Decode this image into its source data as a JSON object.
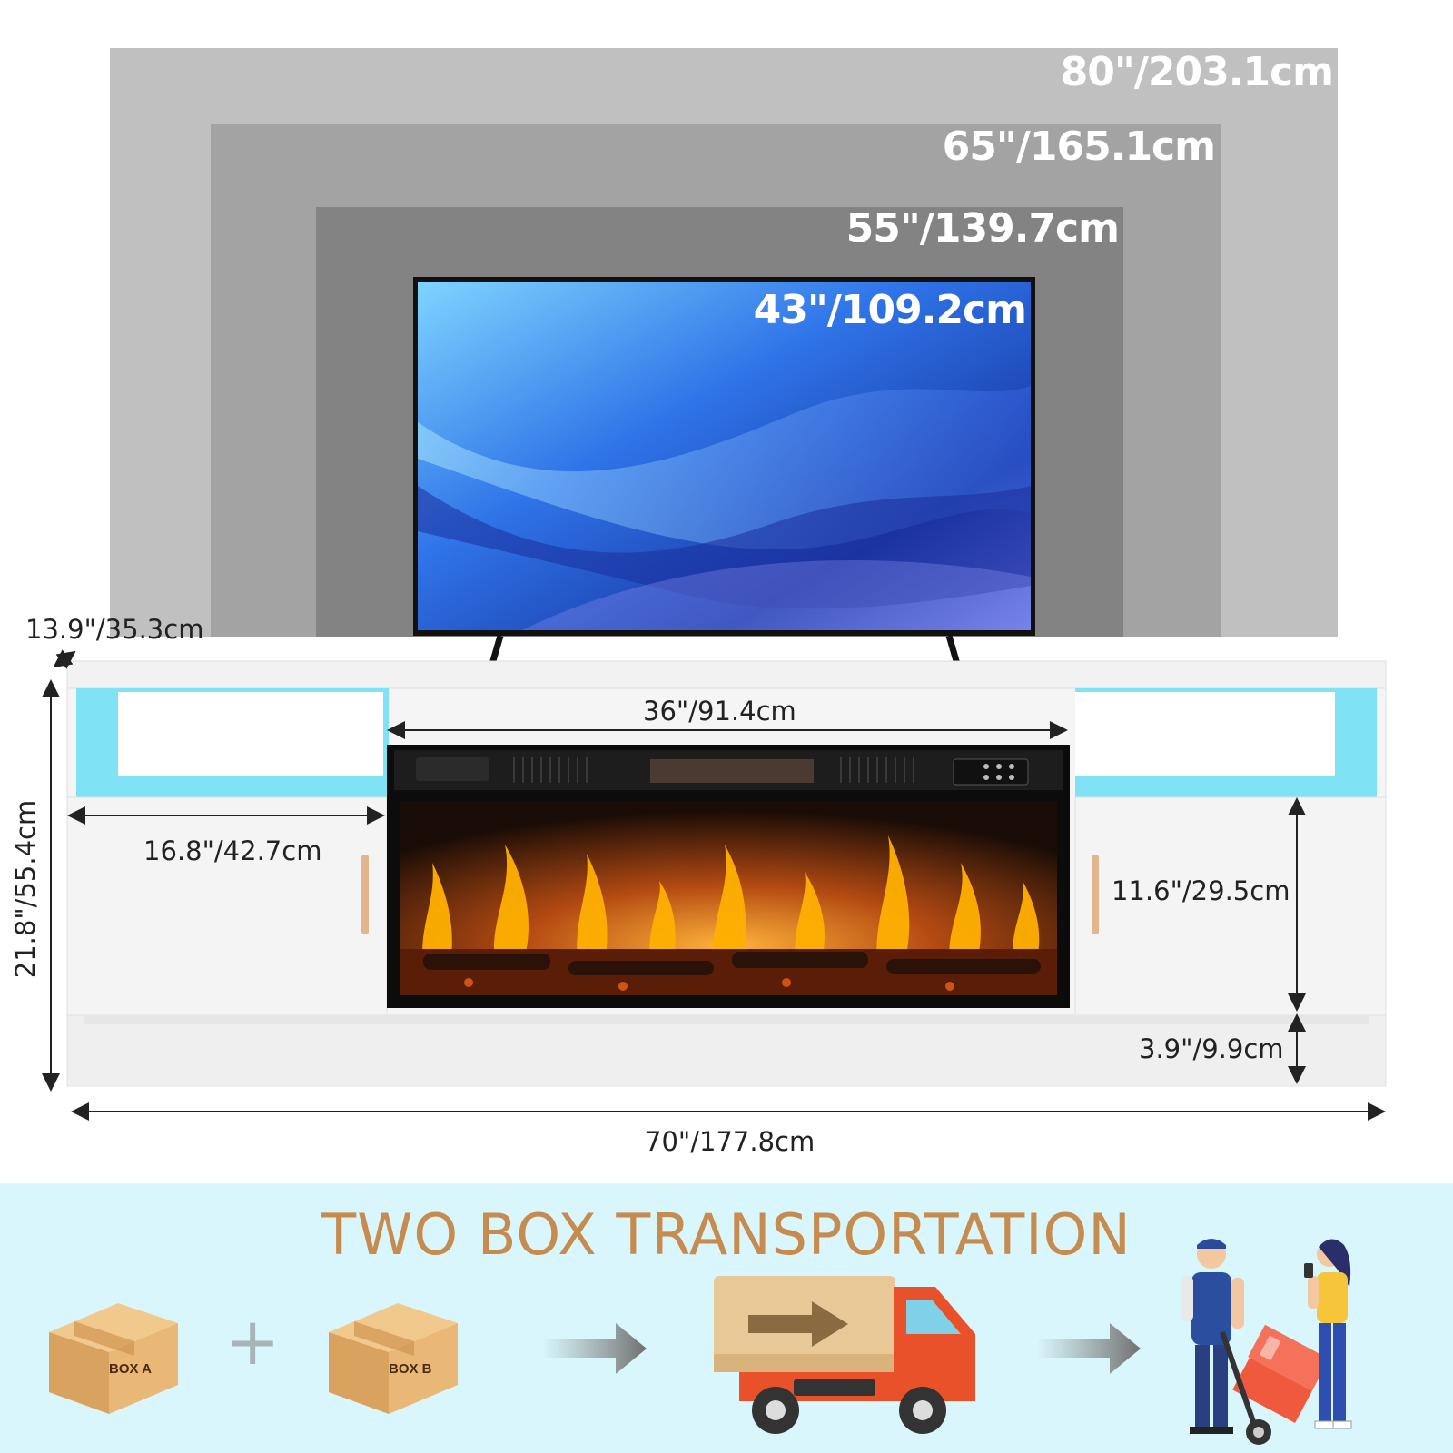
{
  "tv_sizes": {
    "size_80": "80\"/203.1cm",
    "size_65": "65\"/165.1cm",
    "size_55": "55\"/139.7cm",
    "size_43": "43\"/109.2cm"
  },
  "dimensions": {
    "depth": "13.9\"/35.3cm",
    "height": "21.8\"/55.4cm",
    "fireplace_width": "36\"/91.4cm",
    "cabinet_width": "16.8\"/42.7cm",
    "cabinet_height": "11.6\"/29.5cm",
    "base_height": "3.9\"/9.9cm",
    "total_width": "70\"/177.8cm"
  },
  "transport": {
    "title": "TWO BOX TRANSPORTATION",
    "box_a": "BOX A",
    "box_b": "BOX B",
    "plus": "+"
  },
  "colors": {
    "zone_80": "#c0c0c0",
    "zone_65": "#a3a3a3",
    "zone_55": "#838383",
    "title_color": "#c58b4f",
    "led_blue": "#7fe3f5",
    "transport_bg": "#d8f6fb"
  },
  "icons": [
    "cardboard-box-icon",
    "plus-icon",
    "arrow-right-icon",
    "delivery-truck-icon",
    "delivery-people-icon"
  ]
}
